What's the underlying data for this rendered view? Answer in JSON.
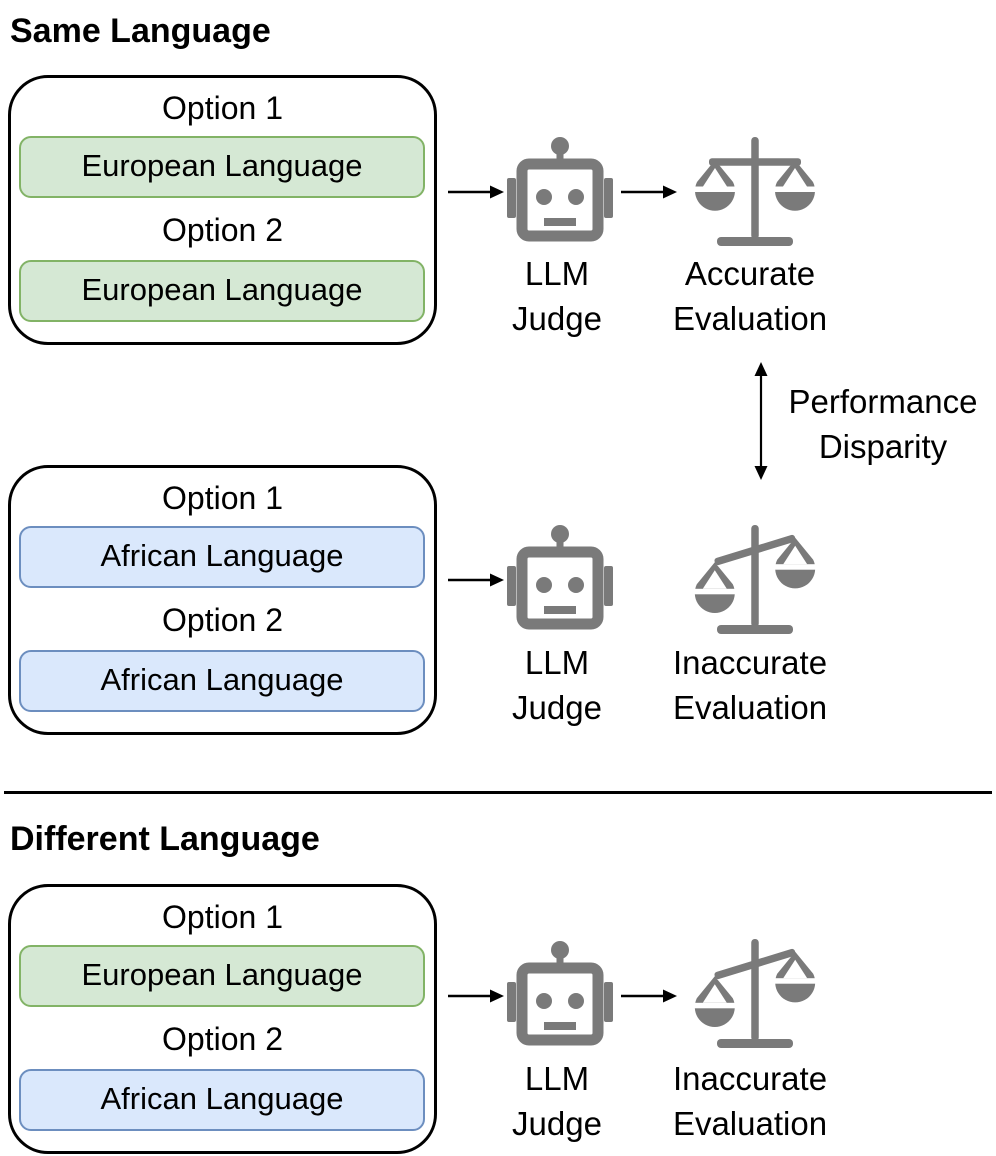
{
  "colors": {
    "icon_gray": "#7a7a7a",
    "european_fill": "#d5e8d4",
    "european_border": "#82b366",
    "african_fill": "#dae8fc",
    "african_border": "#6c8ebf",
    "outline_black": "#000000"
  },
  "icons": {
    "robot": "robot-icon",
    "balanced_scale": "balanced-scale-icon",
    "tilted_scale": "tilted-scale-icon",
    "arrow_right": "arrow-right-icon",
    "double_arrow": "double-arrow-vertical-icon"
  },
  "same_language": {
    "heading": "Same Language",
    "top_row": {
      "option1_label": "Option 1",
      "option1": {
        "language": "European Language",
        "variant": "european"
      },
      "option2_label": "Option 2",
      "option2": {
        "language": "European Language",
        "variant": "european"
      },
      "judge": {
        "line1": "LLM",
        "line2": "Judge"
      },
      "evaluation": {
        "line1": "Accurate",
        "line2": "Evaluation",
        "scale": "balanced"
      }
    },
    "bottom_row": {
      "option1_label": "Option 1",
      "option1": {
        "language": "African Language",
        "variant": "african"
      },
      "option2_label": "Option 2",
      "option2": {
        "language": "African Language",
        "variant": "african"
      },
      "judge": {
        "line1": "LLM",
        "line2": "Judge"
      },
      "evaluation": {
        "line1": "Inaccurate",
        "line2": "Evaluation",
        "scale": "tilted"
      }
    },
    "disparity": {
      "line1": "Performance",
      "line2": "Disparity"
    }
  },
  "different_language": {
    "heading": "Different Language",
    "row": {
      "option1_label": "Option 1",
      "option1": {
        "language": "European Language",
        "variant": "european"
      },
      "option2_label": "Option 2",
      "option2": {
        "language": "African Language",
        "variant": "african"
      },
      "judge": {
        "line1": "LLM",
        "line2": "Judge"
      },
      "evaluation": {
        "line1": "Inaccurate",
        "line2": "Evaluation",
        "scale": "tilted"
      }
    }
  }
}
